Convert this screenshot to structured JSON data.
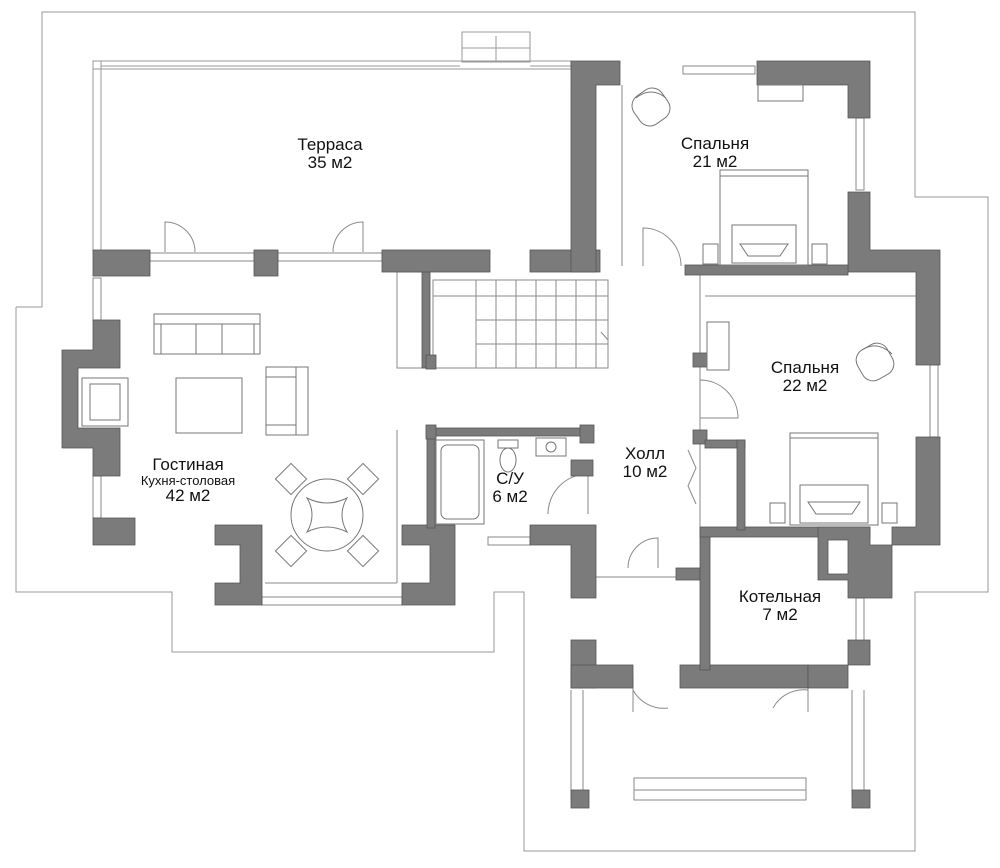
{
  "rooms": {
    "terrace": {
      "name": "Терраса",
      "area": "35 м2"
    },
    "bedroom1": {
      "name": "Спальня",
      "area": "21 м2"
    },
    "bedroom2": {
      "name": "Спальня",
      "area": "22 м2"
    },
    "living": {
      "name": "Гостиная",
      "subtitle": "Кухня-столовая",
      "area": "42 м2"
    },
    "bathroom": {
      "name": "С/У",
      "area": "6 м2"
    },
    "hall": {
      "name": "Холл",
      "area": "10 м2"
    },
    "boiler": {
      "name": "Котельная",
      "area": "7 м2"
    }
  },
  "colors": {
    "wall": "#7b7b7c",
    "line": "#8a8a8a",
    "background": "#ffffff"
  }
}
